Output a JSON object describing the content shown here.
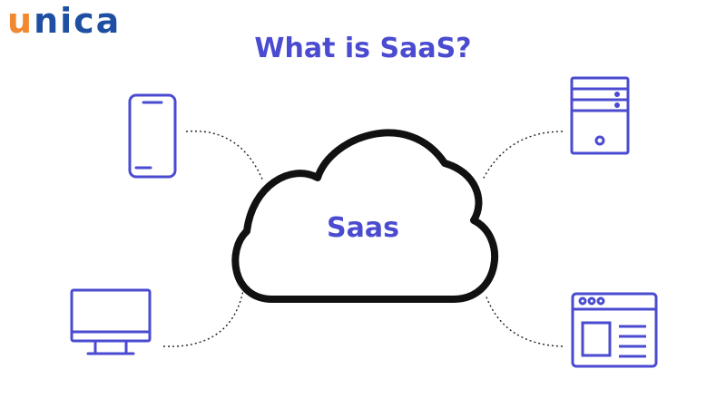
{
  "logo": {
    "first": "u",
    "rest": "nica"
  },
  "title": "What is SaaS?",
  "cloud_label": "Saas",
  "icons": [
    "smartphone-icon",
    "server-icon",
    "monitor-icon",
    "browser-window-icon"
  ],
  "colors": {
    "accent": "#4a4bd0",
    "logo_orange": "#f0892f",
    "logo_blue": "#1e4fa3",
    "outline": "#111111"
  }
}
